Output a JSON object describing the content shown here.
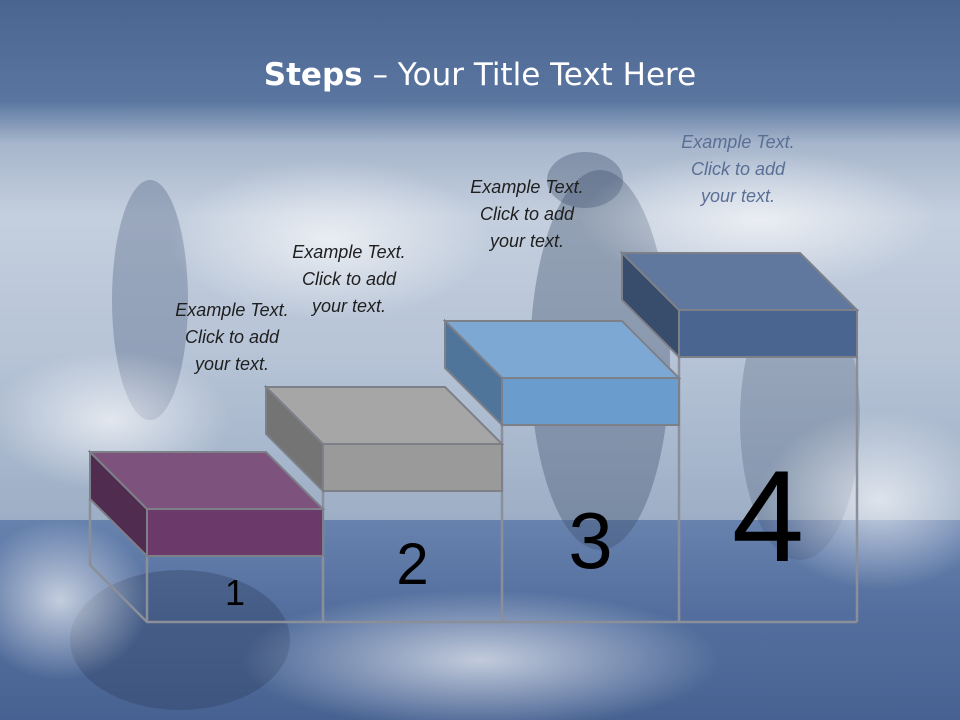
{
  "title": {
    "bold": "Steps",
    "rest": " – Your Title Text Here"
  },
  "steps": [
    {
      "number": "1",
      "text": [
        "Example Text.",
        "Click  to add",
        "your text."
      ],
      "color": "#6b3a6b"
    },
    {
      "number": "2",
      "text": [
        "Example Text.",
        "Click  to add",
        "your text."
      ],
      "color": "#9a9a9a"
    },
    {
      "number": "3",
      "text": [
        "Example Text.",
        "Click  to add",
        "your text."
      ],
      "color": "#6a9ccd"
    },
    {
      "number": "4",
      "text": [
        "Example Text.",
        "Click  to add",
        "your text."
      ],
      "color": "#4a6690"
    }
  ]
}
